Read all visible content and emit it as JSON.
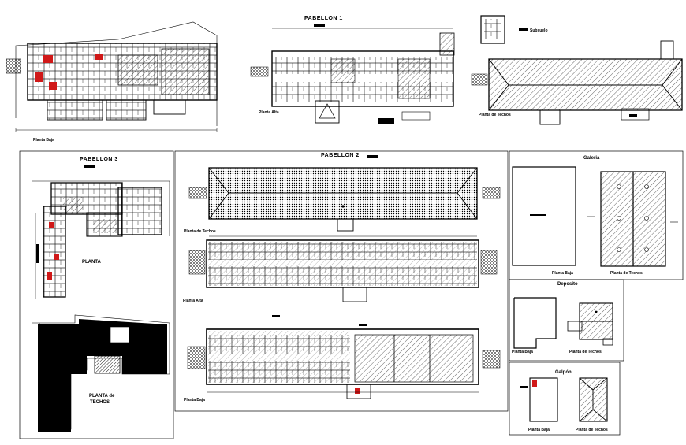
{
  "pabellon1": {
    "title": "PABELLON 1",
    "planta_alta": "Planta Alta",
    "planta_techos": "Planta de Techos",
    "subsuelo": "Subsuelo"
  },
  "planta_baja_top": {
    "label": "Planta Baja"
  },
  "pabellon3": {
    "title": "PABELLON 3",
    "planta": "PLANTA",
    "planta_techos_l1": "PLANTA de",
    "planta_techos_l2": "TECHOS"
  },
  "pabellon2": {
    "title": "PABELLON 2",
    "planta_techos": "Planta de Techos",
    "planta_alta": "Planta Alta",
    "planta_baja": "Planta Baja"
  },
  "galeria": {
    "title": "Galeria",
    "planta_baja": "Planta Baja",
    "planta_techos": "Planta de Techos"
  },
  "deposito": {
    "title": "Deposito",
    "planta_baja": "Planta Baja",
    "planta_techos": "Planta de Techos"
  },
  "galpon": {
    "title": "Galpón",
    "planta_baja": "Planta Baja",
    "planta_techos": "Planta de Techos"
  },
  "colors": {
    "ink": "#000000",
    "accent": "#d01818",
    "paper": "#ffffff"
  }
}
